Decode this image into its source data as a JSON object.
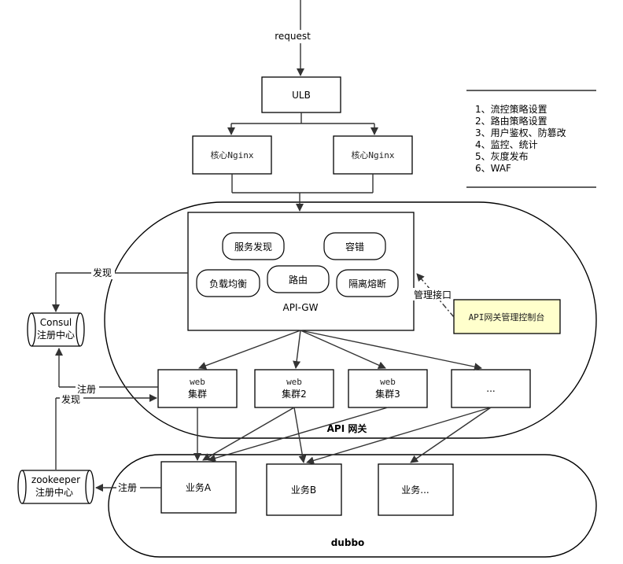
{
  "labels": {
    "request": "request",
    "ulb": "ULB",
    "nginx_left": "核心Nginx",
    "nginx_right": "核心Nginx",
    "svc_discovery": "服务发现",
    "fault_tolerance": "容错",
    "load_balance": "负载均衡",
    "routing": "路由",
    "circuit_breaker": "隔离熔断",
    "api_gw": "API-GW",
    "mgmt_interface": "管理接口",
    "admin_console": "API网关管理控制台",
    "discovery_top": "发现",
    "consul_line1": "Consul",
    "consul_line2": "注册中心",
    "register_top": "注册",
    "discovery_bottom": "发现",
    "web1_line1": "web",
    "web1_line2": "集群",
    "web2_line1": "web",
    "web2_line2": "集群2",
    "web3_line1": "web",
    "web3_line2": "集群3",
    "web4": "...",
    "api_gateway": "API 网关",
    "zk_line1": "zookeeper",
    "zk_line2": "注册中心",
    "register_bottom": "注册",
    "biz_a": "业务A",
    "biz_b": "业务B",
    "biz_more": "业务...",
    "dubbo": "dubbo"
  },
  "features": [
    "1、流控策略设置",
    "2、路由策略设置",
    "3、用户鉴权、防篡改",
    "4、监控、统计",
    "5、灰度发布",
    "6、WAF"
  ],
  "colors": {
    "console_fill": "#ffffcc",
    "stroke": "#000000"
  }
}
